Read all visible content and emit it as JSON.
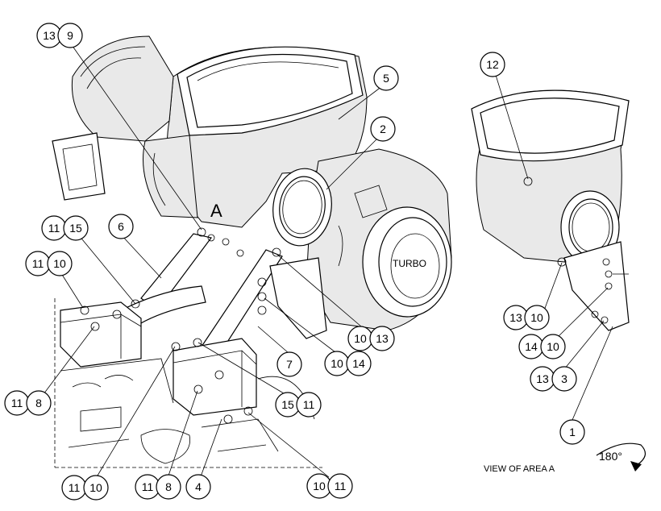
{
  "labels": {
    "area_letter": "A",
    "turbo": "TURBO",
    "view_caption": "VIEW OF AREA  A",
    "rotation": "180°"
  },
  "callouts": {
    "c_13_top": "13",
    "c_9_top": "9",
    "c_5": "5",
    "c_2": "2",
    "c_11_a": "11",
    "c_15_a": "15",
    "c_6": "6",
    "c_11_b": "11",
    "c_10_b": "10",
    "c_11_c": "11",
    "c_8_c": "8",
    "c_10_d": "10",
    "c_13_d": "13",
    "c_10_e": "10",
    "c_14_e": "14",
    "c_7": "7",
    "c_15_f": "15",
    "c_11_f": "11",
    "c_11_g": "11",
    "c_10_g": "10",
    "c_11_h": "11",
    "c_8_h": "8",
    "c_4": "4",
    "c_10_i": "10",
    "c_11_i": "11",
    "c_12": "12",
    "c_13_j": "13",
    "c_10_j": "10",
    "c_14_k": "14",
    "c_10_k": "10",
    "c_13_l": "13",
    "c_3": "3",
    "c_1": "1"
  }
}
